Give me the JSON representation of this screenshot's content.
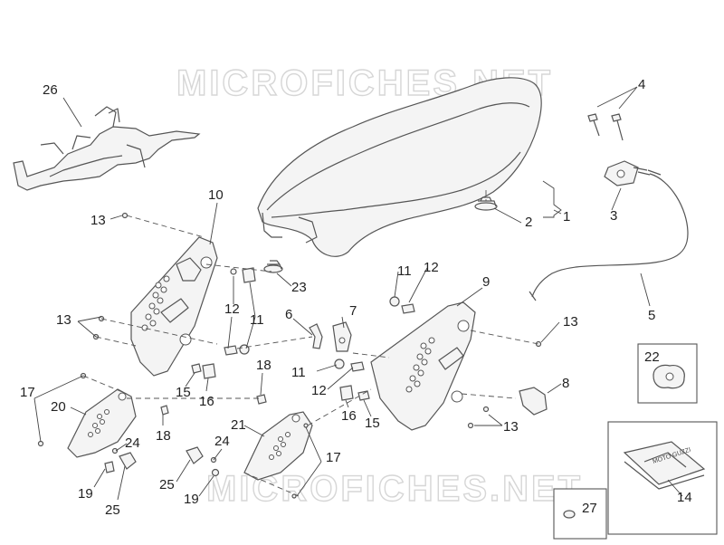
{
  "watermark": "MICROFICHES.NET",
  "logo_text": "MOTO GUZZI",
  "callouts": {
    "c1": "1",
    "c2": "2",
    "c3": "3",
    "c4": "4",
    "c5": "5",
    "c6": "6",
    "c7": "7",
    "c8": "8",
    "c9": "9",
    "c10": "10",
    "c11a": "11",
    "c11b": "11",
    "c11c": "11",
    "c12a": "12",
    "c12b": "12",
    "c12c": "12",
    "c13a": "13",
    "c13b": "13",
    "c13c": "13",
    "c13d": "13",
    "c14": "14",
    "c15a": "15",
    "c15b": "15",
    "c16a": "16",
    "c16b": "16",
    "c17a": "17",
    "c17b": "17",
    "c18a": "18",
    "c18b": "18",
    "c19a": "19",
    "c19b": "19",
    "c20": "20",
    "c21": "21",
    "c22": "22",
    "c23": "23",
    "c24a": "24",
    "c24b": "24",
    "c25a": "25",
    "c25b": "25",
    "c26": "26",
    "c27": "27"
  }
}
